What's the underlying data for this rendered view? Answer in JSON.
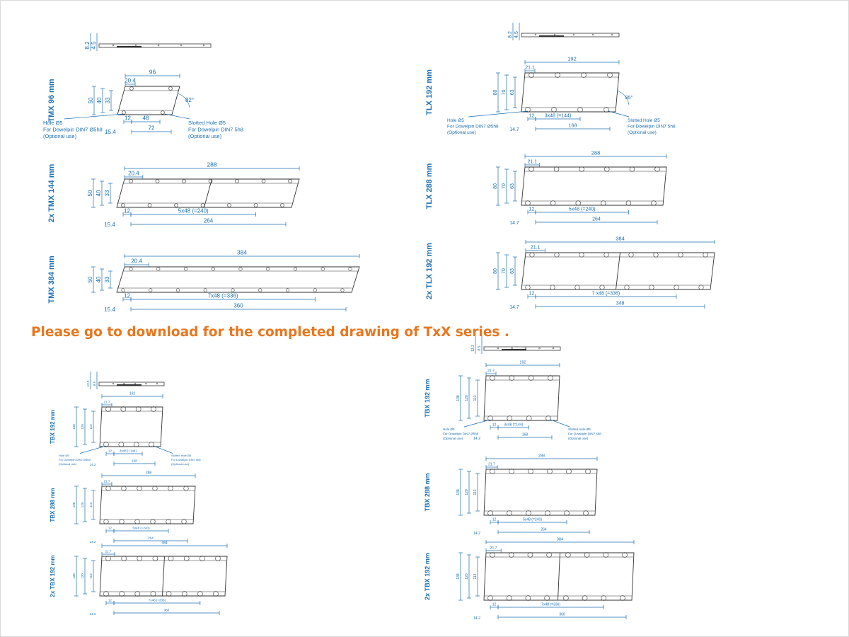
{
  "banner": "Please go to download for the completed drawing of TxX series .",
  "colors": {
    "dimension": "#1b6fb4",
    "outline": "#333333",
    "banner": "#e8761e"
  },
  "sections": [
    {
      "id": "tmx96",
      "title": "TMX 96 mm",
      "overall": "96",
      "hole_offset": "20.4",
      "h_outer": "50",
      "h_mid": "40",
      "h_inner": "33",
      "edge": "15.4",
      "pitch": "48",
      "left_step": "12",
      "span": "72",
      "thickness": [
        "8.2",
        "4.5"
      ],
      "angle": "82°",
      "hole_note": [
        "Hole Ø5",
        "For Dowelpin DIN7 Ø5h8",
        "(Optional use)"
      ],
      "slot_note": [
        "Slotted Hole Ø5",
        "For Dowelpin DIN7 5h8",
        "(Optional use)"
      ]
    },
    {
      "id": "tmx144",
      "title": "2x TMX 144 mm",
      "overall": "288",
      "hole_offset": "20.4",
      "h_outer": "50",
      "h_mid": "40",
      "h_inner": "33",
      "edge": "15.4",
      "left_step": "12",
      "pitch": "5x48 (=240)",
      "span": "264"
    },
    {
      "id": "tmx384",
      "title": "TMX 384 mm",
      "overall": "384",
      "hole_offset": "20.4",
      "h_outer": "50",
      "h_mid": "40",
      "h_inner": "33",
      "edge": "15.4",
      "left_step": "12",
      "pitch": "7x48 (=336)",
      "span": "360"
    },
    {
      "id": "tlx192",
      "title": "TLX 192 mm",
      "overall": "192",
      "hole_offset": "21.1",
      "h_outer": "80",
      "h_mid": "70",
      "h_inner": "63",
      "edge": "14.7",
      "left_step": "12",
      "pitch": "3x48 (=144)",
      "span": "168",
      "thickness": [
        "8.2",
        "4.5"
      ],
      "angle": "85°",
      "hole_note": [
        "Hole Ø5",
        "For Dowelpin DIN7 Ø5h8",
        "(Optional use)"
      ],
      "slot_note": [
        "Slotted Hole Ø5",
        "For Dowelpin DIN7 5h8",
        "(Optional use)"
      ]
    },
    {
      "id": "tlx288",
      "title": "TLX 288 mm",
      "overall": "288",
      "hole_offset": "21.1",
      "h_outer": "80",
      "h_mid": "70",
      "h_inner": "63",
      "edge": "14.7",
      "left_step": "12",
      "pitch": "5x48 (=240)",
      "span": "264"
    },
    {
      "id": "tlx2x192",
      "title": "2x TLX 192 mm",
      "overall": "384",
      "hole_offset": "21.1",
      "h_outer": "80",
      "h_mid": "70",
      "h_inner": "63",
      "edge": "14.7",
      "left_step": "12",
      "pitch": "7 x48 (=336)",
      "span": "348"
    },
    {
      "id": "tbx192a",
      "title": "TBX 192 mm",
      "overall": "192",
      "hole_offset": "21.7",
      "h_outer": "138",
      "h_mid": "120",
      "h_inner": "113",
      "edge": "14.2",
      "left_step": "12",
      "pitch": "3x48 (=144)",
      "span": "168",
      "thickness": [
        "13.2",
        "8.5"
      ],
      "hole_note": [
        "Hole Ø5",
        "For Dowelpin DIN7 Ø5h8",
        "(Optional use)"
      ],
      "slot_note": [
        "Slotted Hole Ø5",
        "For Dowelpin DIN7 5h8",
        "(Optional use)"
      ]
    },
    {
      "id": "tbx288a",
      "title": "TBX 288 mm",
      "overall": "288",
      "hole_offset": "21.7",
      "h_outer": "138",
      "h_mid": "120",
      "h_inner": "113",
      "edge": "14.2",
      "left_step": "12",
      "pitch": "5x48 (=240)",
      "span": "264"
    },
    {
      "id": "tbx2x192a",
      "title": "2x TBX 192 mm",
      "overall": "384",
      "hole_offset": "21.7",
      "h_outer": "138",
      "h_mid": "120",
      "h_inner": "113",
      "edge": "14.2",
      "left_step": "12",
      "pitch": "7x48 (=336)",
      "span": "360"
    },
    {
      "id": "tbx192b",
      "title": "TBX 192 mm",
      "overall": "192",
      "hole_offset": "21.7",
      "h_outer": "138",
      "h_mid": "120",
      "h_inner": "113",
      "edge": "14.2",
      "left_step": "12",
      "pitch": "3x48 (=144)",
      "span": "168",
      "thickness": [
        "13.2",
        "8.5"
      ],
      "hole_note": [
        "Hole Ø5",
        "For Dowelpin DIN7 Ø5h8",
        "(Optional use)"
      ],
      "slot_note": [
        "Slotted Hole Ø5",
        "For Dowelpin DIN7 5h8",
        "(Optional use)"
      ]
    },
    {
      "id": "tbx288b",
      "title": "TBX 288 mm",
      "overall": "288",
      "hole_offset": "21.7",
      "h_outer": "138",
      "h_mid": "120",
      "h_inner": "113",
      "edge": "14.2",
      "left_step": "12",
      "pitch": "5x48 (=240)",
      "span": "264"
    },
    {
      "id": "tbx2x192b",
      "title": "2x TBX 192 mm",
      "overall": "384",
      "hole_offset": "21.7",
      "h_outer": "138",
      "h_mid": "120",
      "h_inner": "113",
      "edge": "14.2",
      "left_step": "12",
      "pitch": "7x48 (=336)",
      "span": "360"
    }
  ]
}
